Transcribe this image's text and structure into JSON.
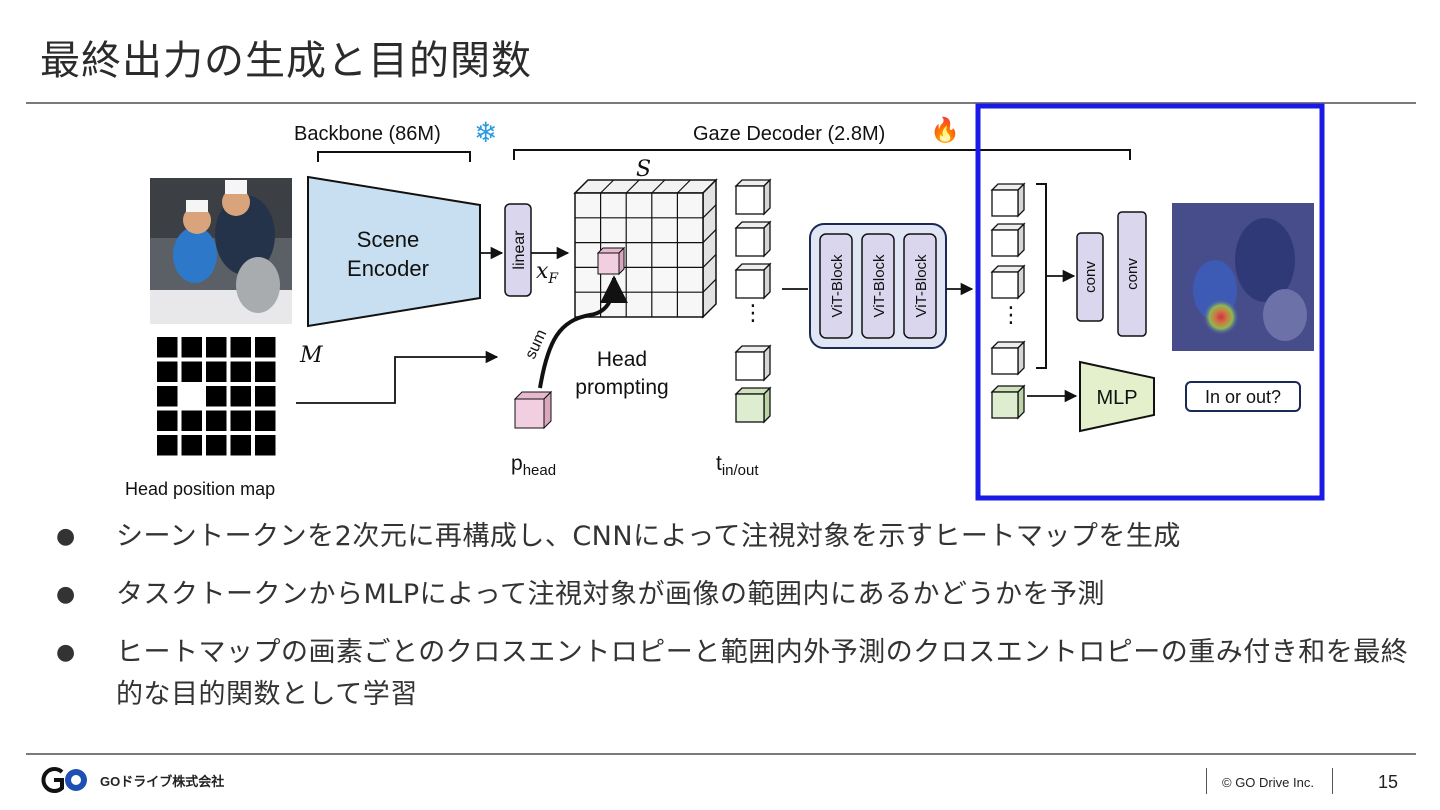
{
  "slide": {
    "title": "最終出力の生成と目的関数",
    "page_number": "15"
  },
  "diagram": {
    "backbone_label": "Backbone (86M)",
    "decoder_label": "Gaze Decoder (2.8M)",
    "scene_encoder_line1": "Scene",
    "scene_encoder_line2": "Encoder",
    "linear_label": "linear",
    "xf_label": "x",
    "xf_subscript": "F",
    "s_label": "S",
    "m_label": "M",
    "sum_label": "sum",
    "head_prompting_line1": "Head",
    "head_prompting_line2": "prompting",
    "phead_label": "p",
    "phead_subscript": "head",
    "tinout_label": "t",
    "tinout_subscript": "in/out",
    "vit_block_label": "ViT-Block",
    "conv_label": "conv",
    "mlp_label": "MLP",
    "in_or_out_label": "In or out?",
    "head_position_map_label": "Head position map",
    "ellipsis": "⋮",
    "snowflake_icon": "❄",
    "fire_icon": "🔥",
    "colors": {
      "encoder_fill": "#c7dff0",
      "linear_fill": "#d9d6ee",
      "vit_fill": "#d9d6ee",
      "head_token_fill": "#f1cfe0",
      "inout_token_fill": "#deecd0",
      "mlp_fill": "#e4efcc",
      "highlight_box": "#1a1ae6"
    }
  },
  "bullets": [
    "シーントークンを2次元に再構成し、CNNによって注視対象を示すヒートマップを生成",
    "タスクトークンからMLPによって注視対象が画像の範囲内にあるかどうかを予測",
    "ヒートマップの画素ごとのクロスエントロピーと範囲内外予測のクロスエントロピーの重み付き和を最終的な目的関数として学習"
  ],
  "footer": {
    "company": "GOドライブ株式会社",
    "copyright": "© GO Drive Inc."
  }
}
